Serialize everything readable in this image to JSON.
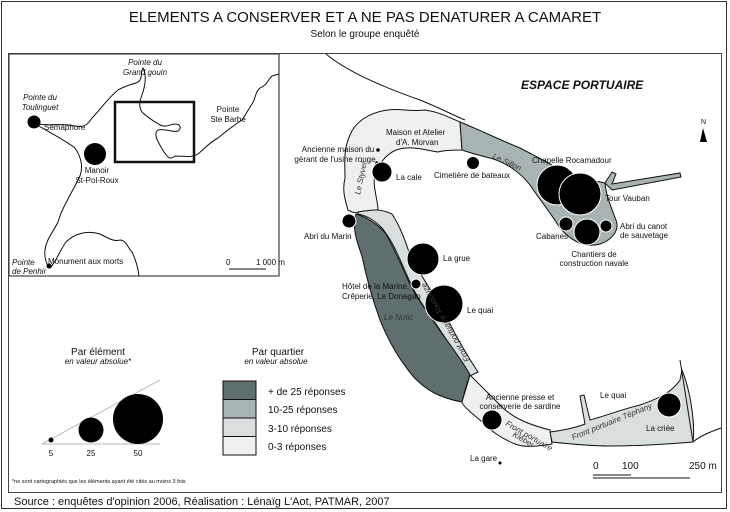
{
  "title": "ELEMENTS A CONSERVER ET A NE PAS DENATURER A CAMARET",
  "subtitle": "Selon le groupe enquêté",
  "source": "Source : enquêtes d'opinion 2006, Réalisation : Lénaïg L'Aot, PATMAR, 2007",
  "colors": {
    "class_25_plus": "#5f6e6e",
    "class_10_25": "#a8b4b3",
    "class_3_10": "#d8dfde",
    "class_0_3": "#eef1f0",
    "symbol": "#000000"
  },
  "inset": {
    "places": {
      "pointe_toulinguet": [
        "Pointe du",
        "Toulinguet"
      ],
      "pointe_grand_gouin": [
        "Pointe du",
        "Grand gouin"
      ],
      "pointe_ste_barbe": [
        "Pointe",
        "Ste Barbe"
      ],
      "pointe_penhir": [
        "Pointe",
        "de Penhir"
      ]
    },
    "elements": {
      "semaphore": "Sémaphore",
      "manoir": [
        "Manoir",
        "St-Pol-Roux"
      ],
      "monument": "Monument aux morts"
    },
    "scale": {
      "start": "0",
      "end": "1 000 m"
    }
  },
  "port": {
    "heading": "ESPACE PORTUAIRE",
    "north": "N",
    "districts": {
      "styvel": "Le Styvel",
      "sillon": "Le Sillon",
      "notic": "Le Notic",
      "toudouze": "Front portuaire Toudouze",
      "kleber": [
        "Front portuaire",
        "Kléber"
      ],
      "tephany": "Front portuaire Téphany"
    },
    "elements": {
      "maison_morvan": [
        "Maison et Atelier",
        "d'A. Morvan"
      ],
      "ancienne_maison": [
        "Ancienne maison du",
        "gérant de l'usine rouge"
      ],
      "la_cale": "La cale",
      "cimetiere": "Cimetière de bateaux",
      "chapelle": "Chapelle Rocamadour",
      "tour_vauban": "Tour Vauban",
      "abri_canot": [
        "Abri du canot",
        "de sauvetage"
      ],
      "cabanes": "Cabanes",
      "chantiers": [
        "Chantiers de",
        "construction navale"
      ],
      "abri_marin": "Abri du Marin",
      "la_grue": "La grue",
      "hotel": [
        "Hôtel de la Marine,",
        "Crêperie, Le Donagan"
      ],
      "le_quai_toudouze": "Le quai",
      "ancienne_presse": [
        "Ancienne presse et",
        "conserverie de sardine"
      ],
      "la_gare": "La gare",
      "le_quai_tephany": "Le quai",
      "la_criee": "La criée"
    },
    "scale": {
      "start": "0",
      "mid": "100",
      "end": "250 m"
    }
  },
  "legend": {
    "element": {
      "title": "Par élément",
      "subtitle": "en valeur absolue*",
      "values": [
        "5",
        "25",
        "50"
      ]
    },
    "quartier": {
      "title": "Par quartier",
      "subtitle": "en valeur absolue",
      "classes": [
        "+ de 25 réponses",
        "10-25 réponses",
        "3-10 réponses",
        "0-3 réponses"
      ]
    },
    "footnote": "*ne sont cartographiés que les éléments ayant été cités au moins 3 fois"
  }
}
